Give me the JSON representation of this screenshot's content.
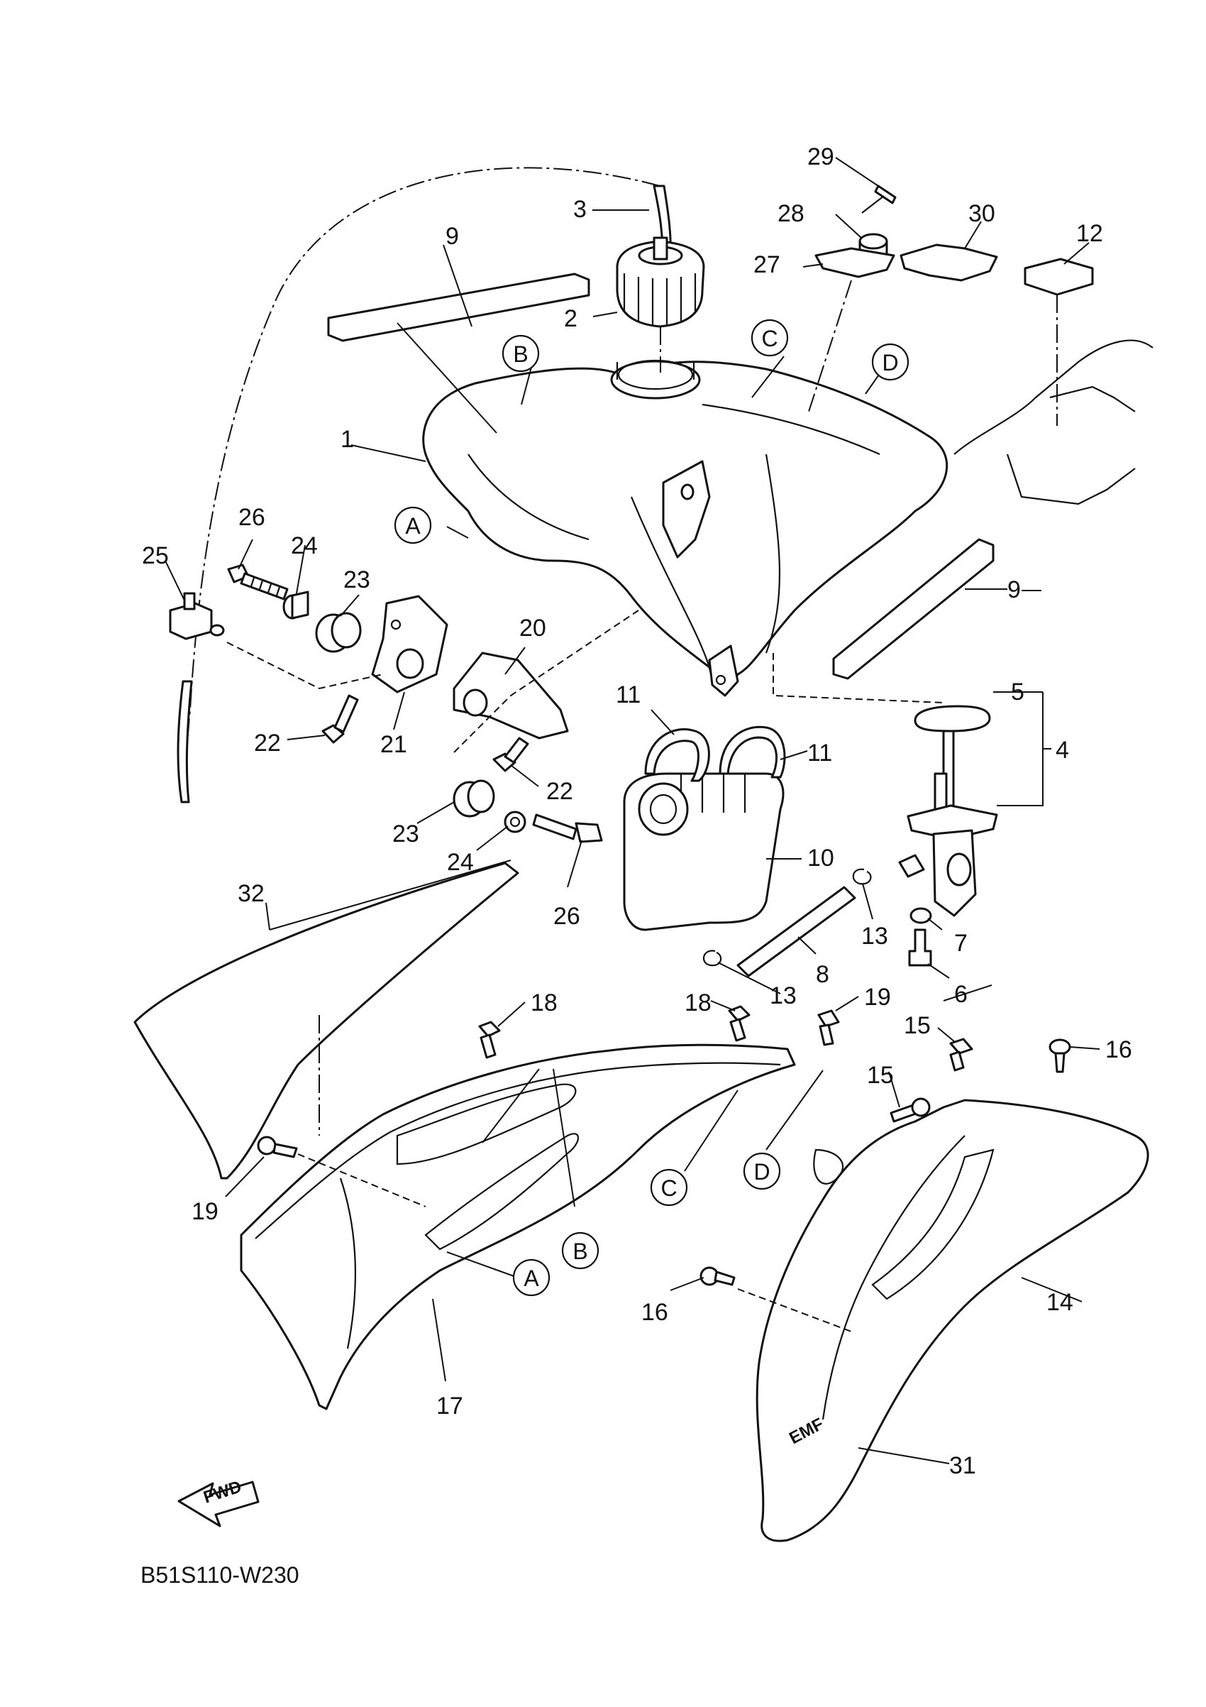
{
  "diagram_code": "B51S110-W230",
  "direction_label": "FWD",
  "part_numbers": [
    "1",
    "2",
    "3",
    "4",
    "5",
    "6",
    "7",
    "8",
    "9",
    "9",
    "10",
    "11",
    "11",
    "12",
    "13",
    "13",
    "14",
    "15",
    "15",
    "16",
    "16",
    "17",
    "18",
    "18",
    "19",
    "19",
    "20",
    "21",
    "22",
    "22",
    "23",
    "23",
    "24",
    "24",
    "25",
    "26",
    "26",
    "27",
    "28",
    "29",
    "30",
    "31",
    "32"
  ],
  "reference_letters": [
    "A",
    "B",
    "C",
    "D",
    "A",
    "B",
    "C",
    "D"
  ],
  "decal_text": [
    "EMF"
  ]
}
